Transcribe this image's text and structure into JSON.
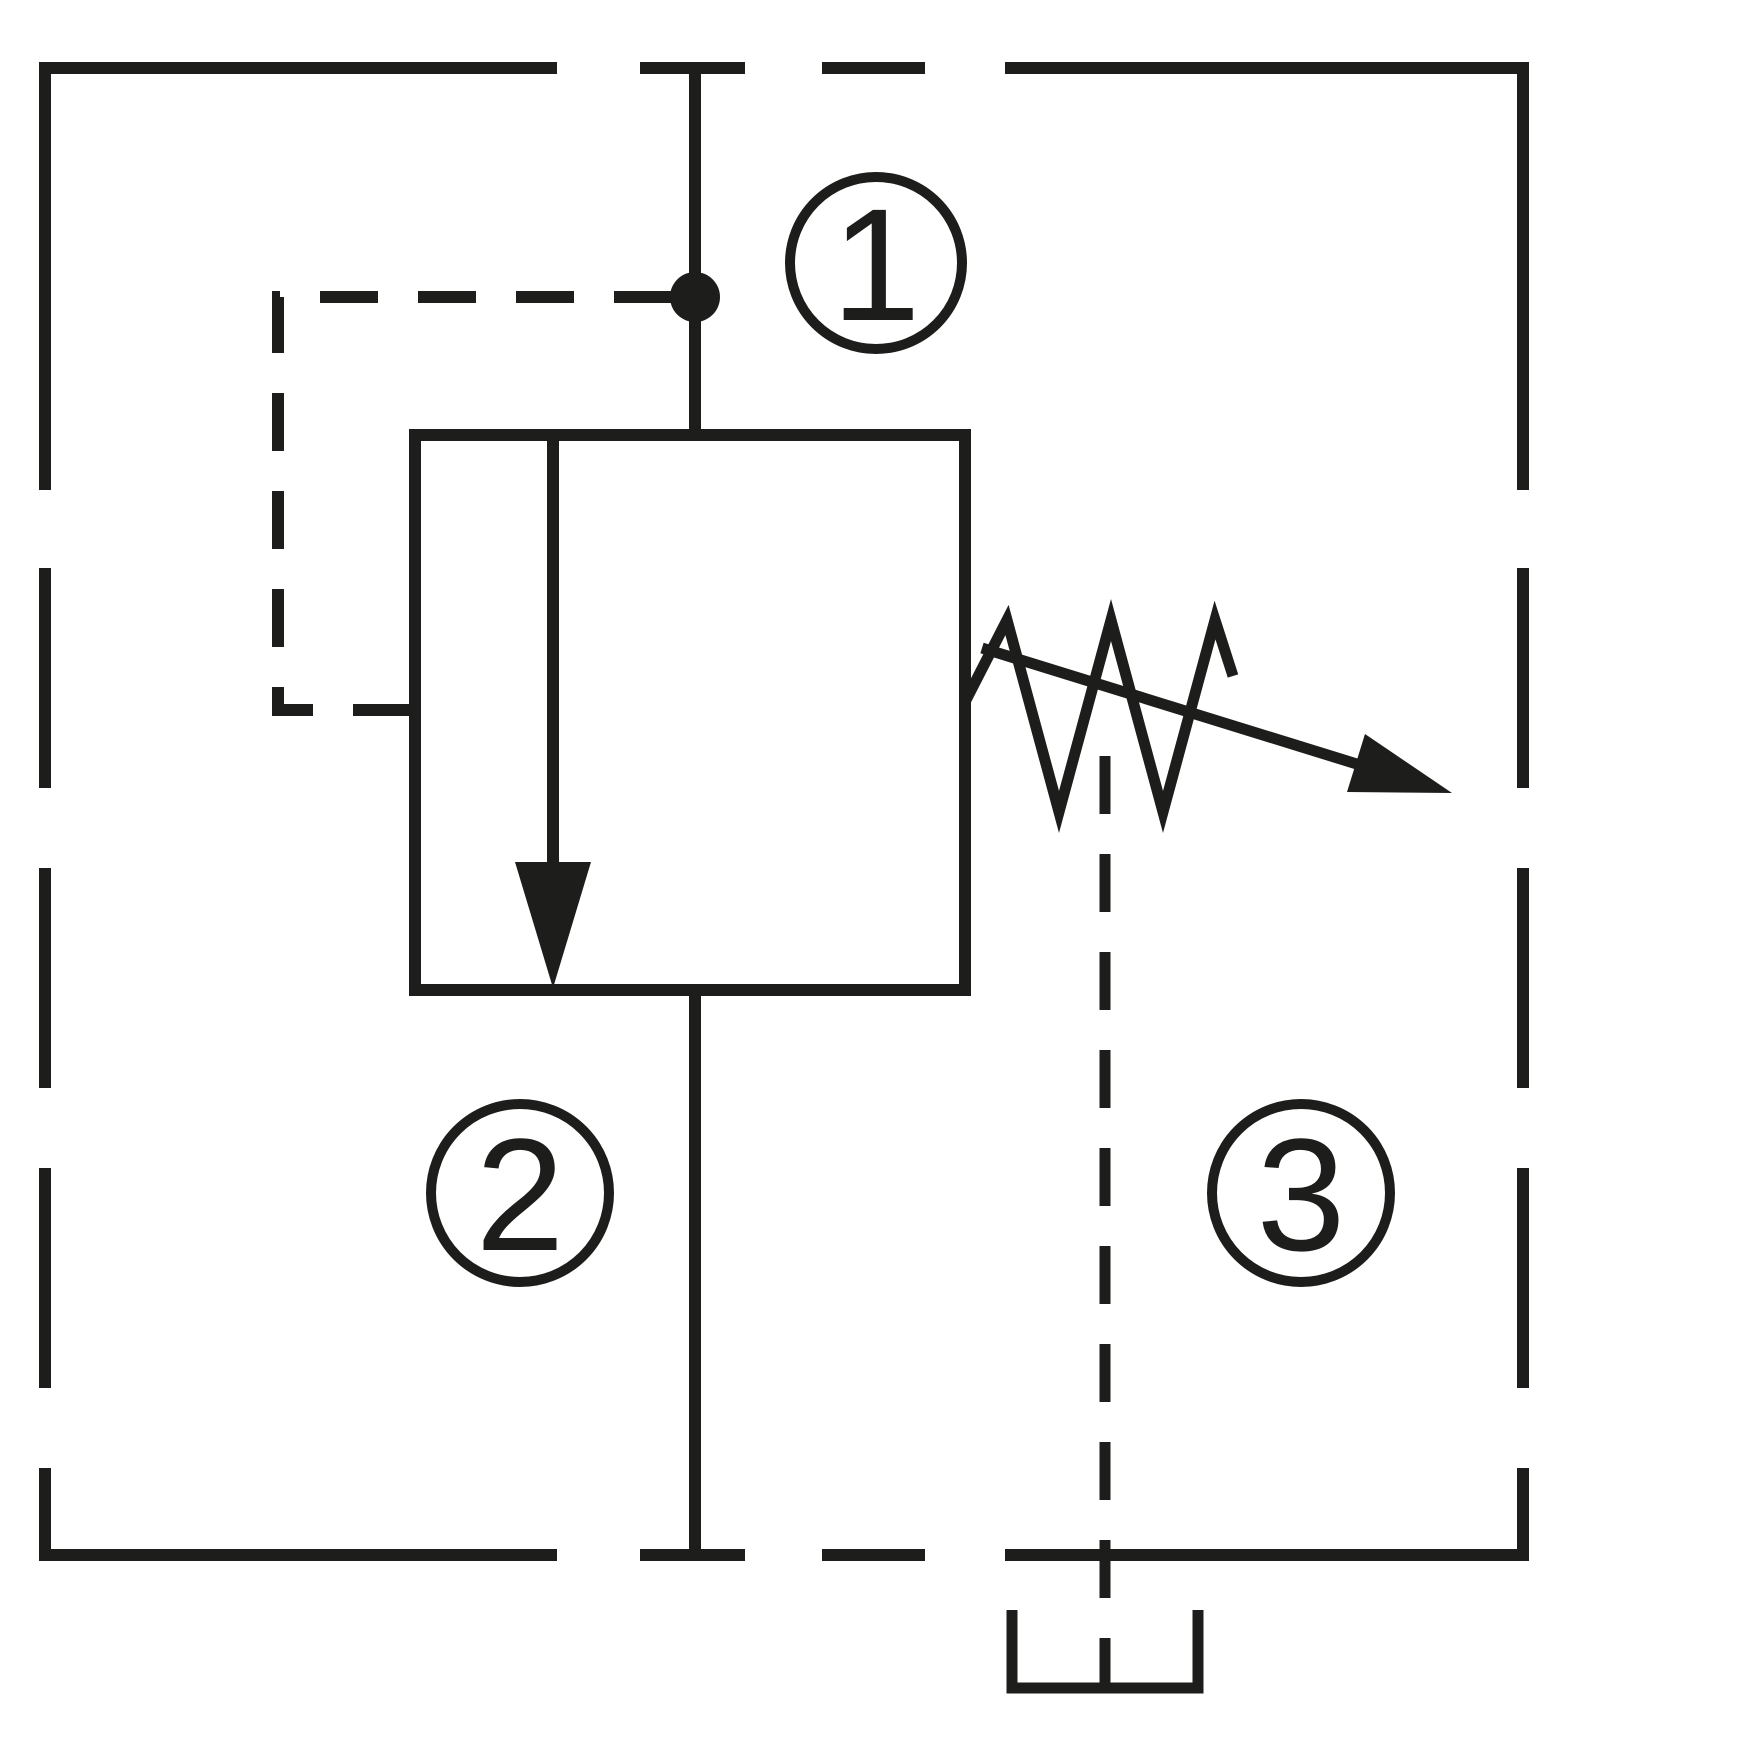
{
  "diagram": {
    "kind": "hydraulic-cartridge-valve-schematic-symbol",
    "background_color": "#ffffff",
    "line_color": "#1d1d1b",
    "ports": {
      "port1": {
        "label": "1"
      },
      "port2": {
        "label": "2"
      },
      "port3": {
        "label": "3"
      }
    }
  }
}
